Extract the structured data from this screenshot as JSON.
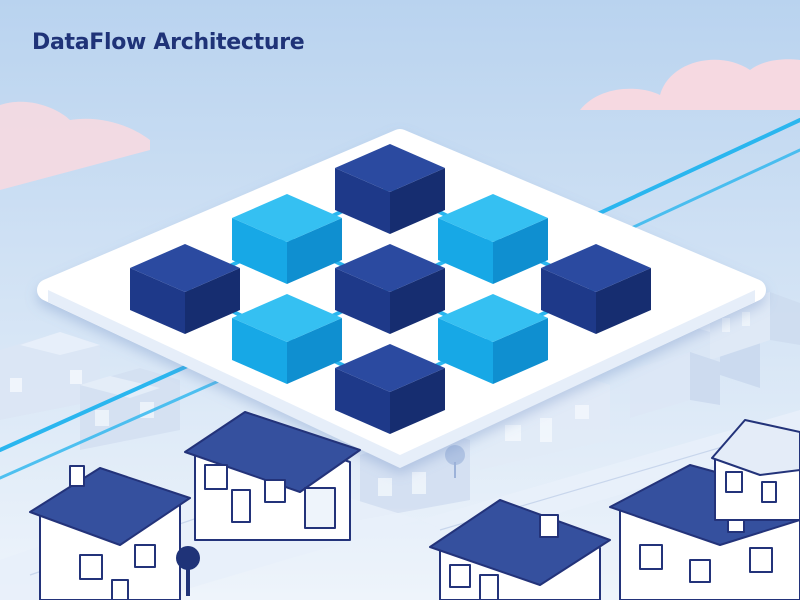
{
  "title": "DataFlow Architecture",
  "colors": {
    "sky_top": "#b9d3ef",
    "sky_bottom": "#eef4fb",
    "cloud": "#f6d9e1",
    "platform": "#ffffff",
    "node_dark": "#1f3a8a",
    "node_light": "#14a7e6",
    "link": "#2ab6ef",
    "house_roof": "#35509e",
    "house_wall": "#ffffff",
    "house_outline": "#23337a",
    "ghost_building": "#d7e4f5",
    "road": "#e8f0fa"
  },
  "nodes": [
    {
      "id": "n-top",
      "tone": "dark"
    },
    {
      "id": "n-upper-left",
      "tone": "light"
    },
    {
      "id": "n-upper-right",
      "tone": "light"
    },
    {
      "id": "n-left",
      "tone": "dark"
    },
    {
      "id": "n-center",
      "tone": "dark"
    },
    {
      "id": "n-right",
      "tone": "dark"
    },
    {
      "id": "n-lower-left",
      "tone": "light"
    },
    {
      "id": "n-lower-right",
      "tone": "light"
    },
    {
      "id": "n-bottom",
      "tone": "dark"
    }
  ],
  "links": [
    [
      "n-top",
      "n-upper-left"
    ],
    [
      "n-top",
      "n-upper-right"
    ],
    [
      "n-upper-left",
      "n-left"
    ],
    [
      "n-upper-left",
      "n-center"
    ],
    [
      "n-upper-right",
      "n-center"
    ],
    [
      "n-upper-right",
      "n-right"
    ],
    [
      "n-left",
      "n-lower-left"
    ],
    [
      "n-center",
      "n-lower-left"
    ],
    [
      "n-center",
      "n-lower-right"
    ],
    [
      "n-right",
      "n-lower-right"
    ],
    [
      "n-lower-left",
      "n-bottom"
    ],
    [
      "n-lower-right",
      "n-bottom"
    ]
  ]
}
